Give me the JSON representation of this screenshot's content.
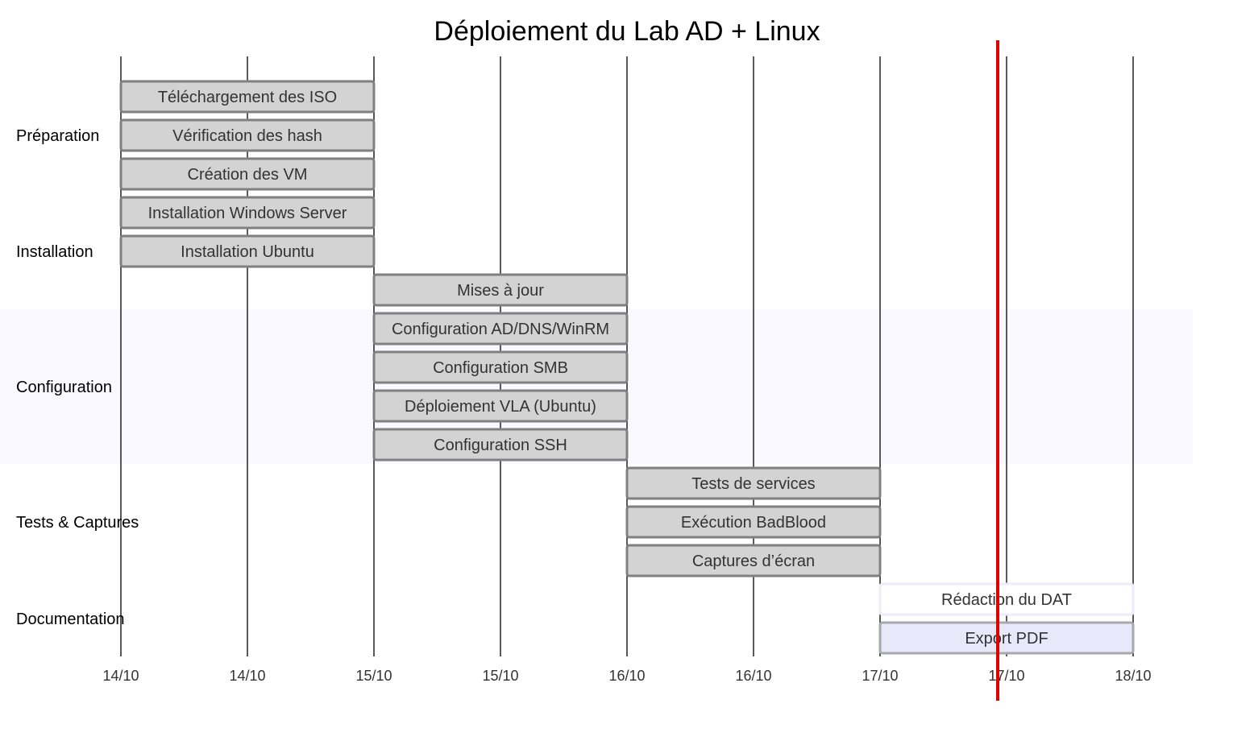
{
  "title": "Déploiement du Lab AD + Linux",
  "chart_data": {
    "type": "gantt",
    "title": "Déploiement du Lab AD + Linux",
    "x_axis": {
      "ticks": [
        "14/10",
        "14/10",
        "15/10",
        "15/10",
        "16/10",
        "16/10",
        "17/10",
        "17/10",
        "18/10"
      ],
      "range_ticks": [
        0,
        8.5
      ]
    },
    "sections": [
      {
        "name": "Préparation",
        "tasks": [
          {
            "label": "Téléchargement des ISO",
            "start": 0,
            "end": 2,
            "status": "done"
          },
          {
            "label": "Vérification des hash",
            "start": 0,
            "end": 2,
            "status": "done"
          },
          {
            "label": "Création des VM",
            "start": 0,
            "end": 2,
            "status": "done"
          }
        ]
      },
      {
        "name": "Installation",
        "tasks": [
          {
            "label": "Installation Windows Server",
            "start": 0,
            "end": 2,
            "status": "done"
          },
          {
            "label": "Installation Ubuntu",
            "start": 0,
            "end": 2,
            "status": "done"
          },
          {
            "label": "Mises à jour",
            "start": 2,
            "end": 4,
            "status": "done"
          }
        ]
      },
      {
        "name": "Configuration",
        "tasks": [
          {
            "label": "Configuration AD/DNS/WinRM",
            "start": 2,
            "end": 4,
            "status": "done"
          },
          {
            "label": "Configuration SMB",
            "start": 2,
            "end": 4,
            "status": "done"
          },
          {
            "label": "Déploiement VLA (Ubuntu)",
            "start": 2,
            "end": 4,
            "status": "done"
          },
          {
            "label": "Configuration SSH",
            "start": 2,
            "end": 4,
            "status": "done"
          }
        ]
      },
      {
        "name": "Tests & Captures",
        "tasks": [
          {
            "label": "Tests de services",
            "start": 4,
            "end": 6,
            "status": "done"
          },
          {
            "label": "Exécution BadBlood",
            "start": 4,
            "end": 6,
            "status": "done"
          },
          {
            "label": "Captures d’écran",
            "start": 4,
            "end": 6,
            "status": "done"
          }
        ]
      },
      {
        "name": "Documentation",
        "tasks": [
          {
            "label": "Rédaction du DAT",
            "start": 6,
            "end": 8,
            "status": "active"
          },
          {
            "label": "Export PDF",
            "start": 6,
            "end": 8,
            "status": "pending"
          }
        ]
      }
    ],
    "today_marker": 6.93,
    "grid": true,
    "colors": {
      "done_fill": "#d3d3d3",
      "done_stroke": "#808080",
      "active_fill": "#ffffff",
      "active_stroke": "#ececfa",
      "pending_fill": "#e8e8fa",
      "pending_stroke": "#a9a9a9",
      "highlight_band": "#f9f9ff",
      "today_line": "#e00000",
      "grid": "#222222"
    }
  }
}
